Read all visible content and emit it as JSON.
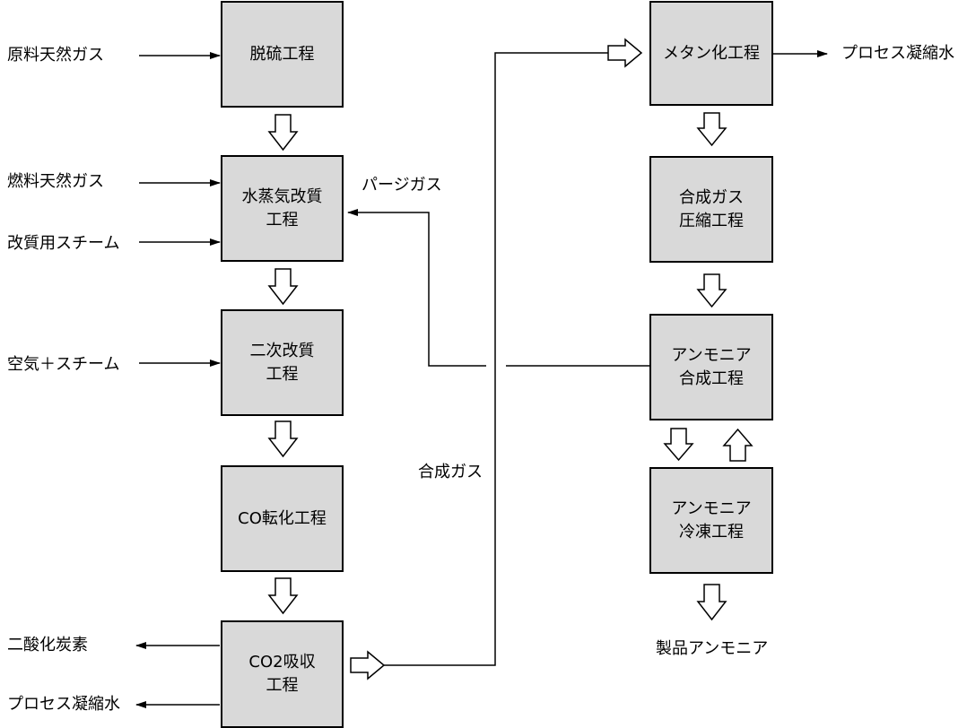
{
  "processes": {
    "desulfurization": "脱硫工程",
    "steam_reforming": "水蒸気改質\n工程",
    "secondary_reforming": "二次改質\n工程",
    "co_shift": "CO転化工程",
    "co2_absorption": "CO2吸収\n工程",
    "methanation": "メタン化工程",
    "syngas_compression": "合成ガス\n圧縮工程",
    "ammonia_synthesis": "アンモニア\n合成工程",
    "ammonia_refrigeration": "アンモニア\n冷凍工程"
  },
  "streams": {
    "feed_natural_gas": "原料天然ガス",
    "fuel_natural_gas": "燃料天然ガス",
    "reforming_steam": "改質用スチーム",
    "air_steam": "空気＋スチーム",
    "carbon_dioxide": "二酸化炭素",
    "process_condensate_left": "プロセス凝縮水",
    "process_condensate_right": "プロセス凝縮水",
    "purge_gas": "パージガス",
    "synthesis_gas": "合成ガス",
    "product_ammonia": "製品アンモニア"
  }
}
